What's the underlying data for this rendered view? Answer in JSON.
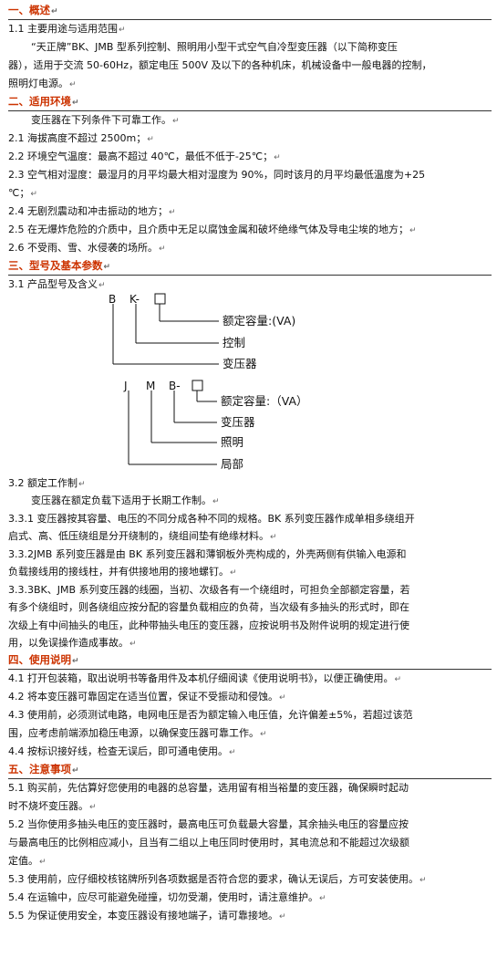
{
  "s1": {
    "heading": "一、概述",
    "l1": "1.1 主要用途与适用范围",
    "p1": "“天正牌”BK、JMB 型系列控制、照明用小型干式空气自冷型变压器（以下简称变压",
    "p2": "器），适用于交流 50-60Hz，额定电压 500V 及以下的各种机床，机械设备中一般电器的控制，",
    "p3": "照明灯电源。"
  },
  "s2": {
    "heading": "二、适用环境",
    "intro": "变压器在下列条件下可靠工作。",
    "l1": "2.1 海拔高度不超过 2500m；",
    "l2": "2.2 环境空气温度：最高不超过 40℃，最低不低于-25℃；",
    "l3a": "2.3 空气相对湿度：最湿月的月平均最大相对湿度为 90%，同时该月的月平均最低温度为+25",
    "l3b": "℃；",
    "l4": "2.4 无剧烈震动和冲击振动的地方；",
    "l5": "2.5 在无爆炸危险的介质中，且介质中无足以腐蚀金属和破坏绝缘气体及导电尘埃的地方；",
    "l6": "2.6 不受雨、雪、水侵袭的场所。"
  },
  "s3": {
    "heading": "三、型号及基本参数",
    "l1": "3.1 产品型号及含义",
    "d1": {
      "code1": "B",
      "code2": "K-",
      "cap": "额定容量:(VA)",
      "ctrl": "控制",
      "xfmr": "变压器"
    },
    "d2": {
      "code1": "J",
      "code2": "M",
      "code3": "B-",
      "cap": "额定容量:（VA）",
      "xfmr": "变压器",
      "light": "照明",
      "local": "局部"
    },
    "l2": "3.2 额定工作制",
    "l2b": "变压器在额定负载下适用于长期工作制。",
    "l331a": "3.3.1 变压器按其容量、电压的不同分成各种不同的规格。BK 系列变压器作成单相多绕组开",
    "l331b": "启式、高、低压绕组是分开绕制的，绕组间垫有绝缘材料。",
    "l332a": "3.3.2JMB 系列变压器是由 BK 系列变压器和薄钢板外壳构成的，外壳两侧有供输入电源和",
    "l332b": "负载接线用的接线柱，并有供接地用的接地螺钉。",
    "l333a": "3.3.3BK、JMB 系列变压器的线圈，当初、次级各有一个绕组时，可担负全部额定容量，若",
    "l333b": "有多个绕组时，则各绕组应按分配的容量负载相应的负荷，当次级有多抽头的形式时，即在",
    "l333c": "次级上有中间抽头的电压，此种带抽头电压的变压器，应按说明书及附件说明的规定进行使",
    "l333d": "用，以免误操作造成事故。"
  },
  "s4": {
    "heading": "四、使用说明",
    "l1": "4.1 打开包装箱，取出说明书等备用件及本机仔细阅读《使用说明书》，以便正确使用。",
    "l2": "4.2 将本变压器可靠固定在适当位置，保证不受振动和侵蚀。",
    "l3a": "4.3 使用前，必须测试电路，电网电压是否为额定输入电压值，允许偏差±5%，若超过该范",
    "l3b": "围，应考虑前端添加稳压电源，以确保变压器可靠工作。",
    "l4": "4.4 按标识接好线，检查无误后，即可通电使用。"
  },
  "s5": {
    "heading": "五、注意事项",
    "l1a": "5.1 购买前，先估算好您使用的电器的总容量，选用留有相当裕量的变压器，确保瞬时起动",
    "l1b": "时不烧坏变压器。",
    "l2a": "5.2 当你使用多抽头电压的变压器时，最高电压可负载最大容量，其余抽头电压的容量应按",
    "l2b": "与最高电压的比例相应减小，且当有二组以上电压同时使用时，其电流总和不能超过次级额",
    "l2c": "定值。",
    "l3": "5.3 使用前，应仔细校核铭牌所列各项数据是否符合您的要求，确认无误后，方可安装使用。",
    "l4": "5.4 在运输中，应尽可能避免碰撞，切勿受潮，使用时，请注意维护。",
    "l5": "5.5 为保证使用安全，本变压器设有接地端子，请可靠接地。"
  },
  "colors": {
    "heading": "#cc3300",
    "text": "#111111",
    "rule": "#333333"
  },
  "pilcrow": "↵"
}
